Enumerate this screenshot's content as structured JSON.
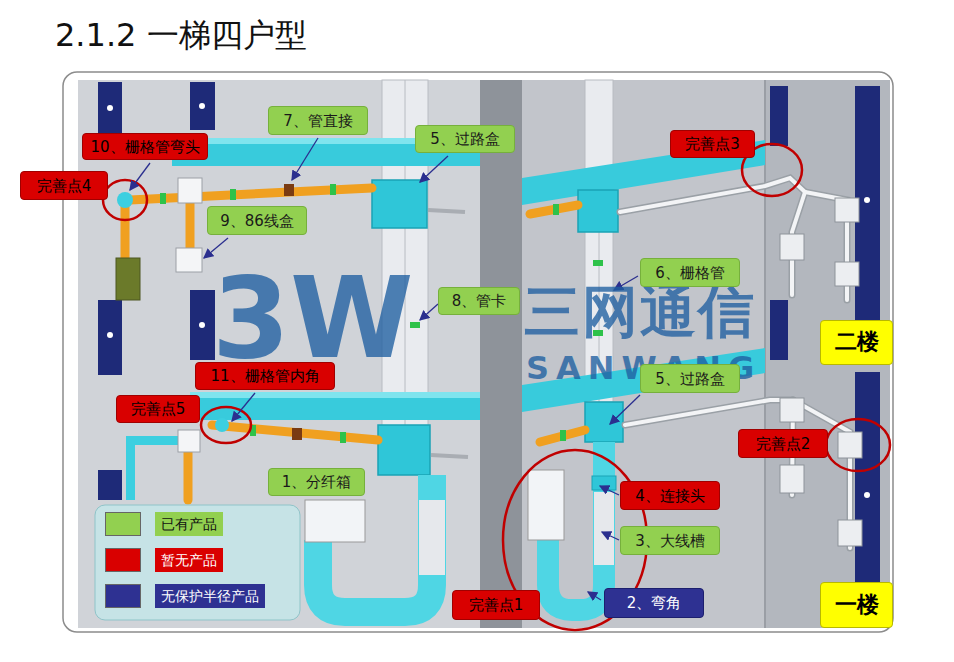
{
  "diagram": {
    "title": "2.1.2 一梯四户型",
    "nodes": [
      {
        "text": [
          "10、栅格管弯头"
        ]
      },
      {
        "text": [
          "完善点4"
        ]
      },
      {
        "text": [
          "7、管直接"
        ]
      },
      {
        "text": [
          "5、过路盒"
        ]
      },
      {
        "text": [
          "完善点3"
        ]
      },
      {
        "text": [
          "9、86线盒"
        ]
      },
      {
        "text": [
          "6、栅格管"
        ]
      },
      {
        "text": [
          "8、管卡"
        ]
      },
      {
        "text": [
          "二楼"
        ]
      },
      {
        "text": [
          "11、栅格管内角"
        ]
      },
      {
        "text": [
          "完善点5"
        ]
      },
      {
        "text": [
          "5、过路盒"
        ]
      },
      {
        "text": [
          "完善点2"
        ]
      },
      {
        "text": [
          "1、分纤箱"
        ]
      },
      {
        "text": [
          "4、连接头"
        ]
      },
      {
        "text": [
          "3、大线槽"
        ]
      },
      {
        "text": [
          "完善点1"
        ]
      },
      {
        "text": [
          "2、弯角"
        ]
      },
      {
        "text": [
          "一楼"
        ]
      }
    ],
    "labels": [
      "3W",
      "三网通信",
      "SANWANG"
    ],
    "legend": [
      {
        "text": "已有产品",
        "color": "#92d050"
      },
      {
        "text": "暂无产品",
        "color": "#d90000"
      },
      {
        "text": "无保护半径产品",
        "color": "#2e3192"
      }
    ]
  }
}
